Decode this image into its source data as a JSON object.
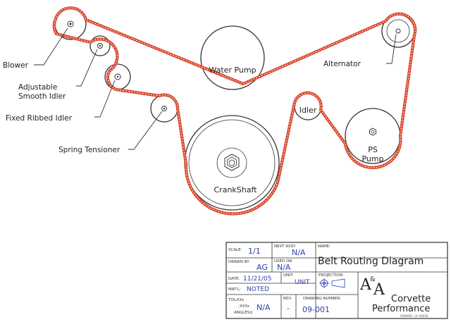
{
  "components": {
    "blower": "Blower",
    "adjustable_idler_line1": "Adjustable",
    "adjustable_idler_line2": "Smooth Idler",
    "fixed_idler": "Fixed Ribbed Idler",
    "spring_tensioner": "Spring Tensioner",
    "water_pump": "Water Pump",
    "alternator": "Alternator",
    "idler": "Idler",
    "ps_pump_line1": "PS",
    "ps_pump_line2": "Pump",
    "crankshaft": "CrankShaft"
  },
  "title_block": {
    "scale_label": "SCALE:",
    "scale_value": "1/1",
    "next_assy_label": "NEXT ASSY",
    "next_assy_value": "N/A",
    "name_label": "NAME:",
    "title": "Belt Routing Diagram",
    "drawn_by_label": "DRAWN BY:",
    "drawn_by_value": "AG",
    "used_on_label": "USED ON",
    "used_on_value": "N/A",
    "date_label": "DATE:",
    "date_value": "11/21/05",
    "unit_label": "UNIT:",
    "unit_value": "UNIT",
    "projection_label": "PROJECTION:",
    "matl_label": "MAT'L:",
    "matl_value": "NOTED",
    "tol_label": "TOL:",
    "tol_xx": ".XXs",
    "tol_xxx": ".XXXs",
    "tol_angles": "ANGLES±",
    "tol_value": "N/A",
    "rev_label": "REV:",
    "rev_value": "-",
    "drawing_number_label": "DRAWING NUMBER:",
    "drawing_number_value": "09-001",
    "logo_a1": "A",
    "logo_amp": "&",
    "logo_a2": "A",
    "company_line1": "Corvette",
    "company_line2": "Performance",
    "company_address": "OXNARD, CA  93030"
  },
  "colors": {
    "belt": "#d9452a",
    "line": "#333333",
    "value_ink": "#2a3fae"
  }
}
